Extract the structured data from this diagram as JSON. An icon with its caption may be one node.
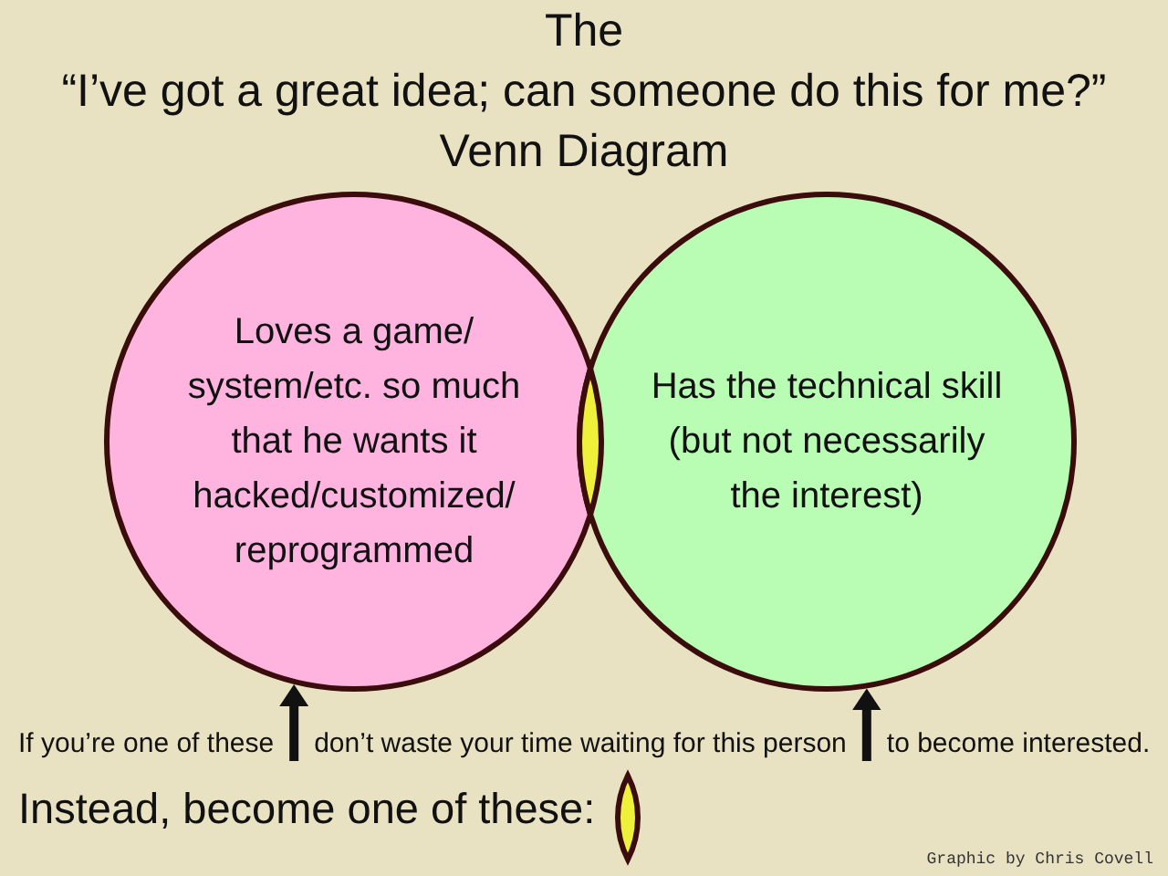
{
  "diagram": {
    "title": "The “I’ve got a great idea; can someone do this for me?” Venn Diagram",
    "nodes": [
      {
        "text": [
          "Loves a game/ system/etc. so much that he wants it hacked/customized/ reprogrammed"
        ]
      },
      {
        "text": [
          "Has the technical skill (but not necessarily the interest)"
        ]
      },
      {
        "text": [],
        "shape": "lens"
      },
      {
        "text": [],
        "shape": "lens"
      }
    ],
    "edges": [
      {
        "from": null,
        "to": 0,
        "arrow": "to"
      },
      {
        "from": null,
        "to": 1,
        "arrow": "to"
      }
    ],
    "labels": [
      "If you’re one of these",
      "don’t waste your time waiting for this person",
      "to become interested.",
      "Instead, become one of these:",
      "Graphic by Chris Covell"
    ]
  }
}
